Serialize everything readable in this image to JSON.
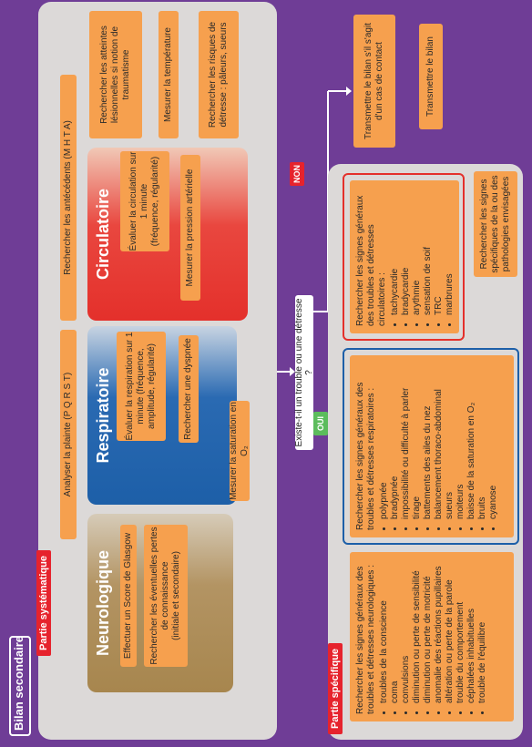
{
  "title": "Bilan secondaire",
  "partie_systematique": "Partie systématique",
  "partie_specifique": "Partie spécifique",
  "top_row": {
    "analyser": "Analyser la plainte (P Q R S T)",
    "antecedents": "Rechercher les antécédents (M H T A)"
  },
  "neuro": {
    "title": "Neurologique",
    "items": [
      "Effectuer un Score de Glasgow",
      "Rechercher les éventuelles pertes de connaissance\n(initiale et secondaire)"
    ]
  },
  "respi": {
    "title": "Respiratoire",
    "items": [
      "Évaluer la respiration sur 1 minute (fréquence, amplitude, régularité)",
      "Rechercher une dyspnée",
      "Mesurer la saturation en O₂"
    ]
  },
  "circu": {
    "title": "Circulatoire",
    "items": [
      "Évaluer la circulation sur 1 minute\n(fréquence, régularité)",
      "Mesurer la pression artérielle"
    ]
  },
  "right_col": {
    "items": [
      "Rechercher les atteintes lésionnelles si notion de traumatisme",
      "Mesurer la température",
      "Rechercher les risques de détresse : pâleurs, sueurs"
    ]
  },
  "question": "Existe-t-il un trouble ou une détresse ?",
  "oui": "OUI",
  "non": "NON",
  "transmettre_contact": "Transmettre le bilan s'il s'agit d'un cas de contact",
  "transmettre": "Transmettre le bilan",
  "spec_neuro": {
    "head": "Rechercher les signes généraux des troubles et détresses neurologiques :",
    "items": [
      "troubles de la conscience",
      "coma",
      "convulsions",
      "diminution ou perte de sensibilité",
      "diminution ou perte de motricité",
      "anomalie des réactions pupillaires",
      "altération ou perte de la parole",
      "trouble du comportement",
      "céphalées inhabituelles",
      "trouble de l'équilibre"
    ]
  },
  "spec_respi": {
    "head": "Rechercher les signes généraux des troubles et détresses respiratoires :",
    "items": [
      "polypnée",
      "bradypnée",
      "impossibilité ou difficulté à parler",
      "tirage",
      "battements des ailes du nez",
      "balancement thoraco-abdominal",
      "sueurs",
      "moiteurs",
      "baisse de la saturation en O₂",
      "bruits",
      "cyanose"
    ]
  },
  "spec_circu": {
    "head": "Rechercher les signes généraux des troubles et détresses circulatoires :",
    "items": [
      "tachycardie",
      "bradycardie",
      "arythmie",
      "sensation de soif",
      "TRC",
      "marbrures"
    ]
  },
  "spec_patho": "Rechercher les signes spécifiques de la ou des pathologies envisagées",
  "colors": {
    "background": "#6f3d96",
    "panel": "#dcd9d8",
    "orange": "#f6a04e",
    "red": "#e6232d",
    "neuro": "#a7864e",
    "respi": "#1d5fa8",
    "circu": "#e4302b",
    "green": "#5cbc5c"
  }
}
